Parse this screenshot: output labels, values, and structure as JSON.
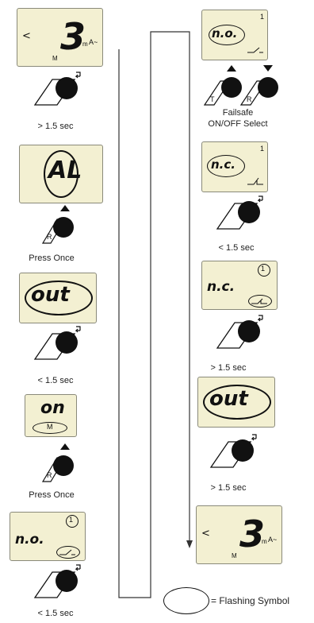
{
  "flow": {
    "lcd_main": {
      "arrow": "<",
      "digit": "3",
      "m": "m",
      "unit": "A~",
      "mode": "M"
    },
    "step1_caption": "> 1.5 sec",
    "lcd_al": {
      "text": "AL"
    },
    "step2_caption": "Press Once",
    "lcd_out": {
      "text": "out"
    },
    "step3_caption": "< 1.5 sec",
    "lcd_on": {
      "text": "on",
      "mode": "M"
    },
    "step4_caption": "Press Once",
    "lcd_no_flash": {
      "text": "n.o.",
      "index": "1"
    },
    "step5_caption": "< 1.5 sec",
    "lcd_no_top": {
      "text": "n.o.",
      "index": "1"
    },
    "failsafe_keys": {
      "key_t": "T",
      "key_r": "R"
    },
    "failsafe_caption_line1": "Failsafe",
    "failsafe_caption_line2": "ON/OFF Select",
    "lcd_nc": {
      "text": "n.c.",
      "index": "1"
    },
    "step7_caption": "< 1.5 sec",
    "lcd_nc_flash": {
      "text": "n.c.",
      "index": "1"
    },
    "step8_caption": "> 1.5 sec",
    "lcd_out2": {
      "text": "out"
    },
    "step9_caption": "> 1.5 sec",
    "lcd_main_end": {
      "arrow": "<",
      "digit": "3",
      "m": "m",
      "unit": "A~",
      "mode": "M"
    },
    "key_r_label": "R",
    "legend_text": "= Flashing Symbol"
  }
}
